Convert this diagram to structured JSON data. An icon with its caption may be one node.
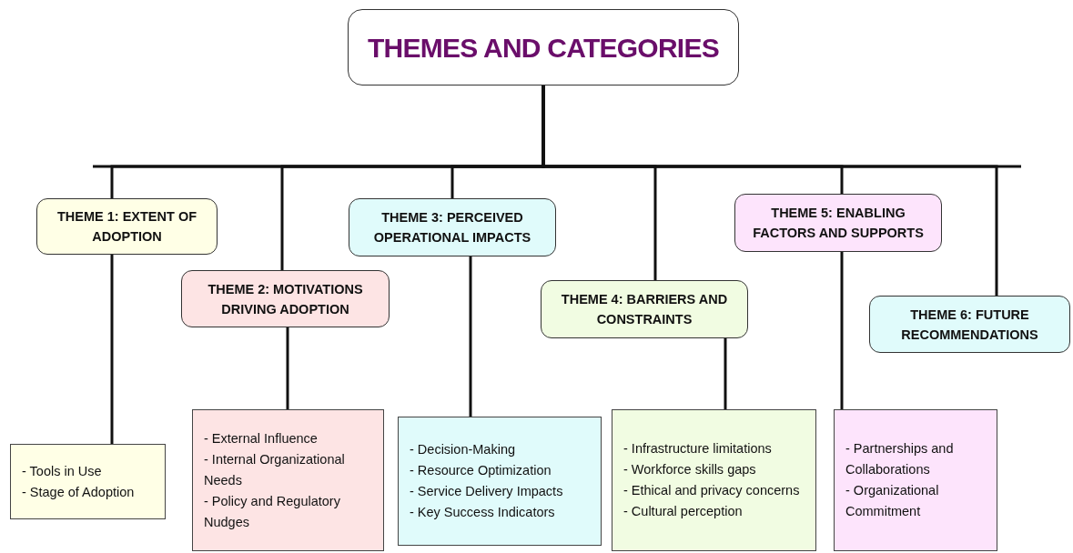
{
  "diagram": {
    "nodes": [
      {
        "text": [
          "THEMES AND CATEGORIES"
        ]
      },
      {
        "text": [
          "THEME 1: EXTENT OF ADOPTION"
        ]
      },
      {
        "text": [
          "THEME 2: MOTIVATIONS DRIVING ADOPTION"
        ]
      },
      {
        "text": [
          "THEME 3: PERCEIVED OPERATIONAL IMPACTS"
        ]
      },
      {
        "text": [
          "THEME 4: BARRIERS AND CONSTRAINTS"
        ]
      },
      {
        "text": [
          "THEME 5: ENABLING FACTORS AND SUPPORTS"
        ]
      },
      {
        "text": [
          "THEME 6: FUTURE RECOMMENDATIONS"
        ]
      },
      {
        "text": [
          "- Tools in Use",
          "- Stage of Adoption"
        ]
      },
      {
        "text": [
          "- External Influence",
          "- Internal Organizational Needs",
          "- Policy and Regulatory Nudges"
        ]
      },
      {
        "text": [
          "- Decision-Making",
          "- Resource Optimization",
          "- Service Delivery Impacts",
          "- Key Success Indicators"
        ]
      },
      {
        "text": [
          "- Infrastructure limitations",
          "- Workforce skills gaps",
          "- Ethical and privacy concerns",
          "- Cultural perception"
        ]
      },
      {
        "text": [
          "- Partnerships and Collaborations",
          "- Organizational Commitment"
        ]
      }
    ],
    "edges": [
      {
        "from": 0,
        "to": 1,
        "arrow": "none"
      },
      {
        "from": 0,
        "to": 2,
        "arrow": "none"
      },
      {
        "from": 0,
        "to": 3,
        "arrow": "none"
      },
      {
        "from": 0,
        "to": 4,
        "arrow": "none"
      },
      {
        "from": 0,
        "to": 5,
        "arrow": "none"
      },
      {
        "from": 0,
        "to": 6,
        "arrow": "none"
      },
      {
        "from": 1,
        "to": 7,
        "arrow": "none"
      },
      {
        "from": 2,
        "to": 8,
        "arrow": "none"
      },
      {
        "from": 3,
        "to": 9,
        "arrow": "none"
      },
      {
        "from": 4,
        "to": 10,
        "arrow": "none"
      },
      {
        "from": 5,
        "to": 11,
        "arrow": "none"
      }
    ]
  }
}
